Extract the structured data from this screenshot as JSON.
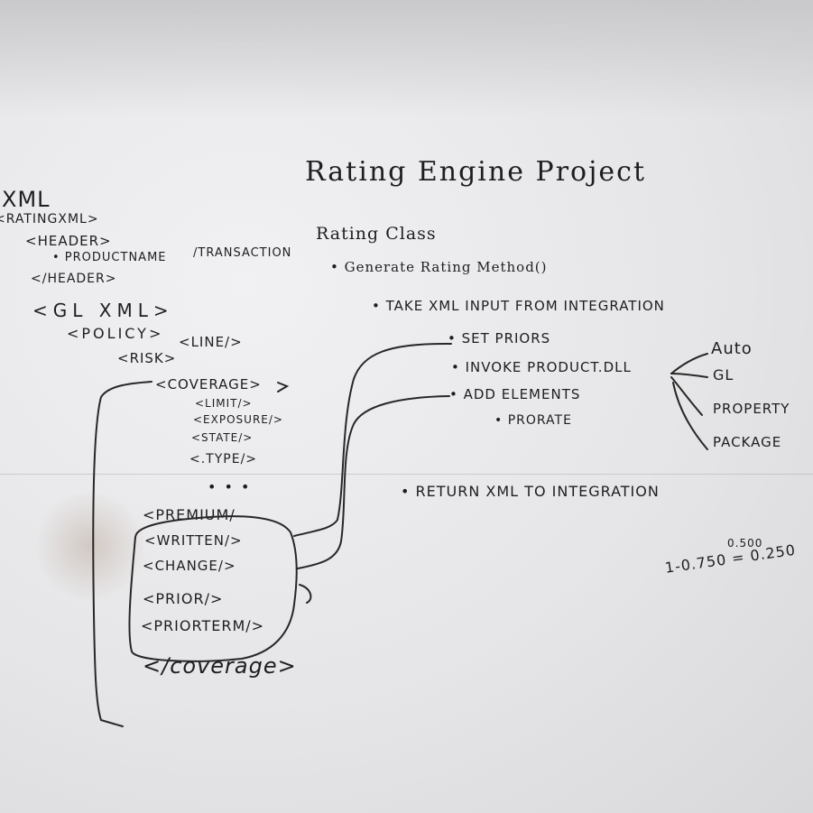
{
  "title": "Rating Engine Project",
  "xml_tree": {
    "root": "XML",
    "rating_xml": "<RatingXML>",
    "header_open": "<Header>",
    "product_name": "• ProductName",
    "transaction": "/Transaction",
    "header_close": "</Header>",
    "gl_xml": "<GL XML>",
    "policy": "<Policy>",
    "line": "<Line/>",
    "risk": "<Risk>",
    "coverage_open": "<Coverage>",
    "limit": "<Limit/>",
    "exposure": "<Exposure/>",
    "state": "<State/>",
    "type": "<.Type/>",
    "ellipsis": "• • •",
    "premium": "<Premium/",
    "written": "<Written/>",
    "change": "<Change/>",
    "prior": "<Prior/>",
    "prior_term": "<PriorTerm/>",
    "coverage_close": "</coverage>"
  },
  "rating_class": {
    "heading": "Rating Class",
    "method": "• Generate Rating Method()",
    "step_input": "• Take XML Input from Integration",
    "set_priors": "• Set Priors",
    "invoke": "• Invoke Product.DLL",
    "add_elements": "• Add Elements",
    "prorate": "• Prorate",
    "return": "• Return XML to Integration"
  },
  "products": [
    "Auto",
    "GL",
    "Property",
    "Package"
  ],
  "math": {
    "value": "0.500",
    "equation": "1-0.750 = 0.250"
  },
  "colors": {
    "ink": "#1e1e22",
    "board": "#e9e9eb"
  }
}
